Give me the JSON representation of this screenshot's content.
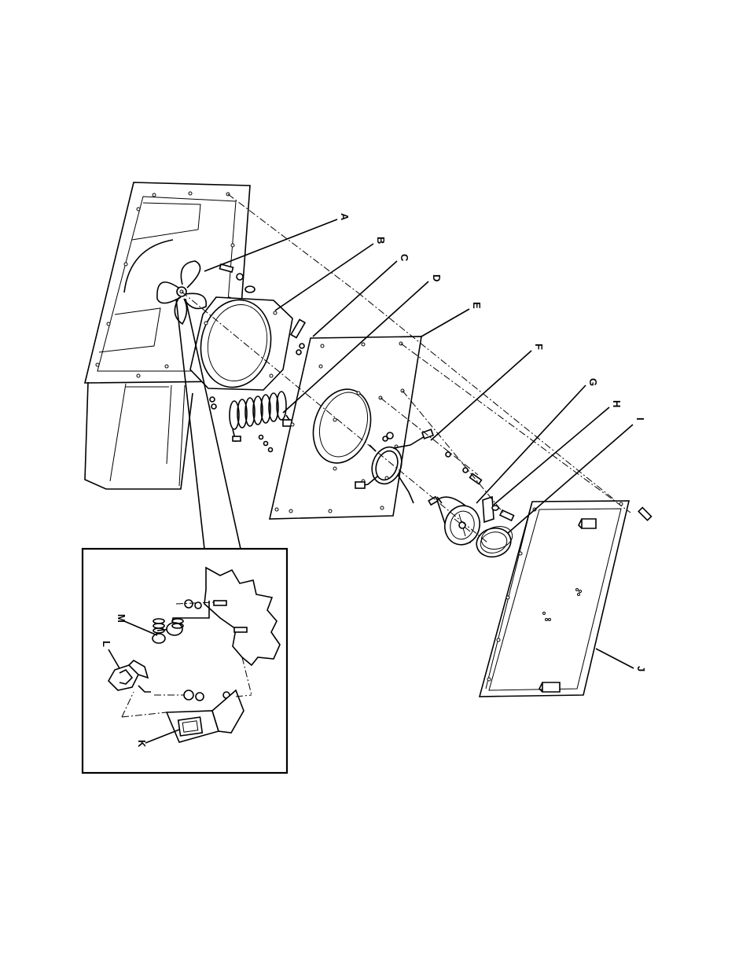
{
  "callouts": {
    "A": "A",
    "B": "B",
    "C": "C",
    "D": "D",
    "E": "E",
    "F": "F",
    "G": "G",
    "H": "H",
    "I": "I",
    "J": "J",
    "K": "K",
    "L": "L",
    "M": "M"
  }
}
